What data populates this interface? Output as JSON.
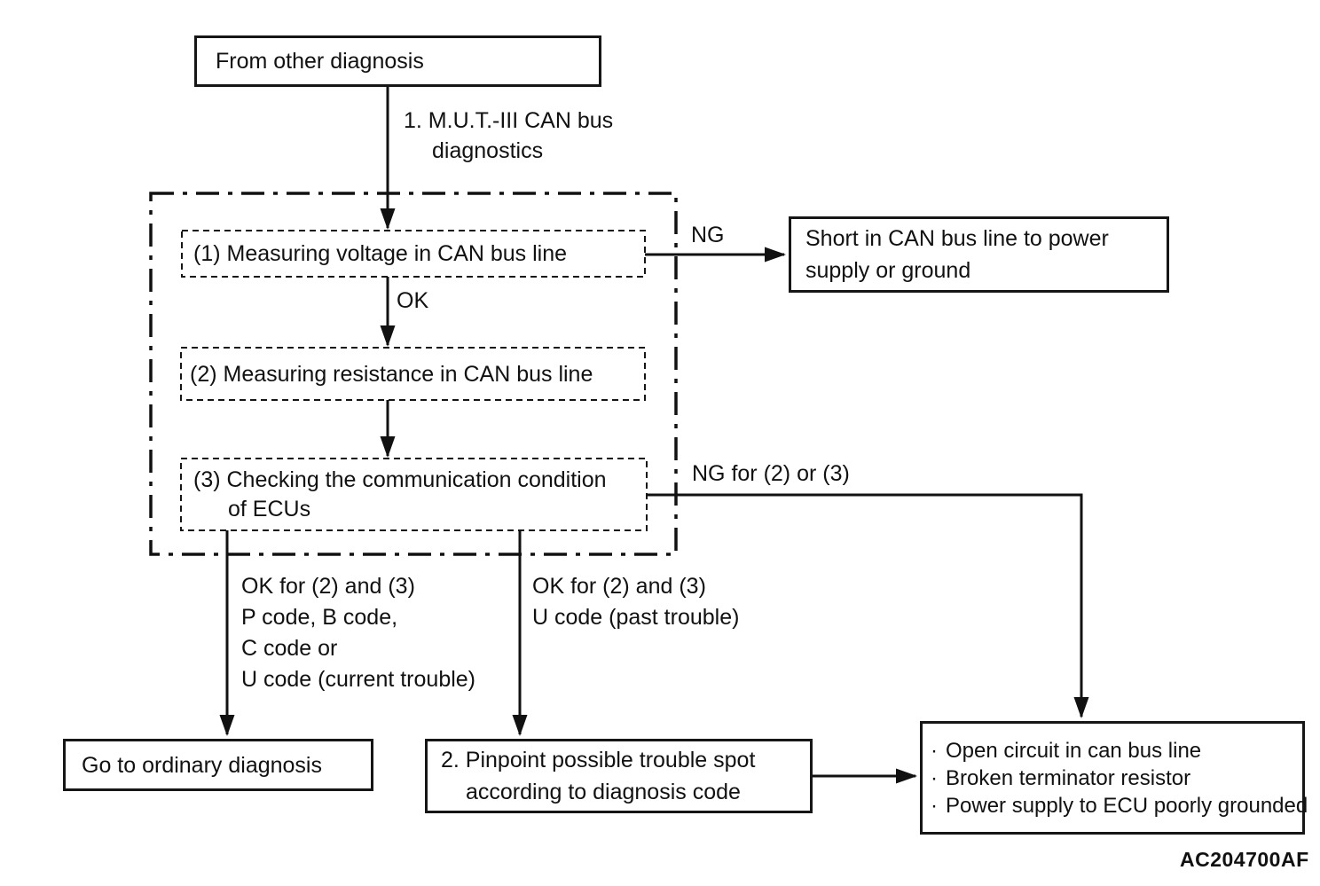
{
  "figure_code": "AC204700AF",
  "colors": {
    "ink": "#111111",
    "background": "#ffffff"
  },
  "nodes": {
    "from_other_diagnosis": {
      "label": "From other diagnosis"
    },
    "mut_step": {
      "line1": "1. M.U.T.-III CAN bus",
      "line2": "diagnostics"
    },
    "step1": {
      "label": "(1) Measuring voltage in CAN bus line"
    },
    "step2": {
      "label": "(2) Measuring resistance in CAN bus line"
    },
    "step3": {
      "line1": "(3) Checking the communication condition",
      "line2": "of ECUs"
    },
    "short_to_power": {
      "line1": "Short in CAN bus line to power",
      "line2": "supply or ground"
    },
    "go_to_ordinary": {
      "label": "Go to ordinary diagnosis"
    },
    "pinpoint": {
      "line1": "2. Pinpoint possible trouble spot",
      "line2": "according to diagnosis code"
    },
    "causes": {
      "bullet": "·",
      "item1": "Open circuit in can bus line",
      "item2": "Broken terminator resistor",
      "item3": "Power supply to ECU poorly grounded"
    }
  },
  "edge_labels": {
    "ok": "OK",
    "ng": "NG",
    "ng_for_2_or_3": "NG for (2) or (3)",
    "ok_branch_left": {
      "line1": "OK for (2) and (3)",
      "line2": "P code, B code,",
      "line3": "C code or",
      "line4": "U code (current trouble)"
    },
    "ok_branch_mid": {
      "line1": "OK for (2) and (3)",
      "line2": "U code (past trouble)"
    }
  }
}
